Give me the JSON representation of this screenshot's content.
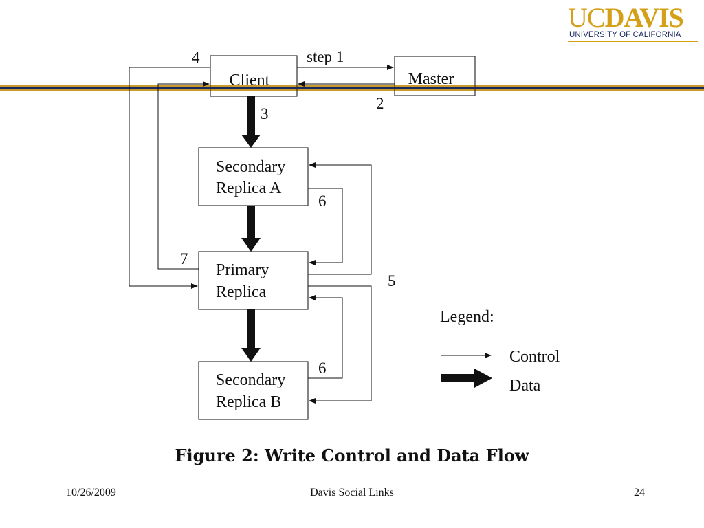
{
  "logo": {
    "uc": "UC",
    "davis": "DAVIS",
    "sub": "UNIVERSITY OF CALIFORNIA"
  },
  "diagram": {
    "boxes": {
      "client": "Client",
      "master": "Master",
      "secondary_a": [
        "Secondary",
        "Replica A"
      ],
      "primary": [
        "Primary",
        "Replica"
      ],
      "secondary_b": [
        "Secondary",
        "Replica B"
      ]
    },
    "labels": {
      "step1": "step 1",
      "two": "2",
      "three": "3",
      "four": "4",
      "five": "5",
      "six_a": "6",
      "six_b": "6",
      "seven": "7"
    },
    "legend": {
      "title": "Legend:",
      "control": "Control",
      "data": "Data"
    }
  },
  "caption": "Figure 2:  Write Control and Data Flow",
  "footer": {
    "date": "10/26/2009",
    "title": "Davis Social Links",
    "page": "24"
  },
  "colors": {
    "gold": "#d4a017",
    "navy": "#1b2a5e"
  }
}
